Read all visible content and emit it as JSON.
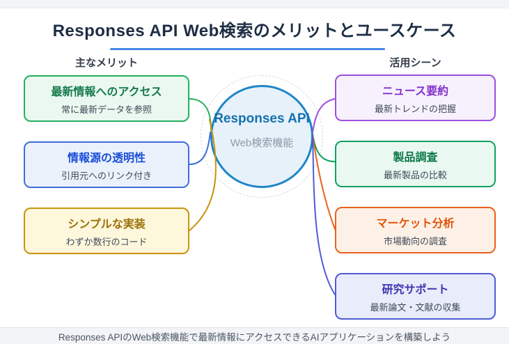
{
  "page": {
    "title": "Responses API Web検索のメリットとユースケース",
    "footer": "Responses APIのWeb検索機能で最新情報にアクセスできるAIアプリケーションを構築しよう"
  },
  "center": {
    "title": "Responses API",
    "subtitle": "Web検索機能"
  },
  "left_section": {
    "heading": "主なメリット",
    "boxes": [
      {
        "title": "最新情報へのアクセス",
        "subtitle": "常に最新データを参照",
        "accent": "#27ae60"
      },
      {
        "title": "情報源の透明性",
        "subtitle": "引用元へのリンク付き",
        "accent": "#3e6ed8"
      },
      {
        "title": "シンプルな実装",
        "subtitle": "わずか数行のコード",
        "accent": "#c9940a"
      }
    ]
  },
  "right_section": {
    "heading": "活用シーン",
    "boxes": [
      {
        "title": "ニュース要約",
        "subtitle": "最新トレンドの把握",
        "accent": "#9b4fe0"
      },
      {
        "title": "製品調査",
        "subtitle": "最新製品の比較",
        "accent": "#0fa15e"
      },
      {
        "title": "マーケット分析",
        "subtitle": "市場動向の調査",
        "accent": "#e8611c"
      },
      {
        "title": "研究サポート",
        "subtitle": "最新論文・文献の収集",
        "accent": "#4f5bd5"
      }
    ]
  },
  "colors": {
    "title_underline": "#4a86e8",
    "circle_border": "#1d86c8",
    "circle_fill": "#e7f1fa",
    "page_background": "#f2f4f7"
  }
}
